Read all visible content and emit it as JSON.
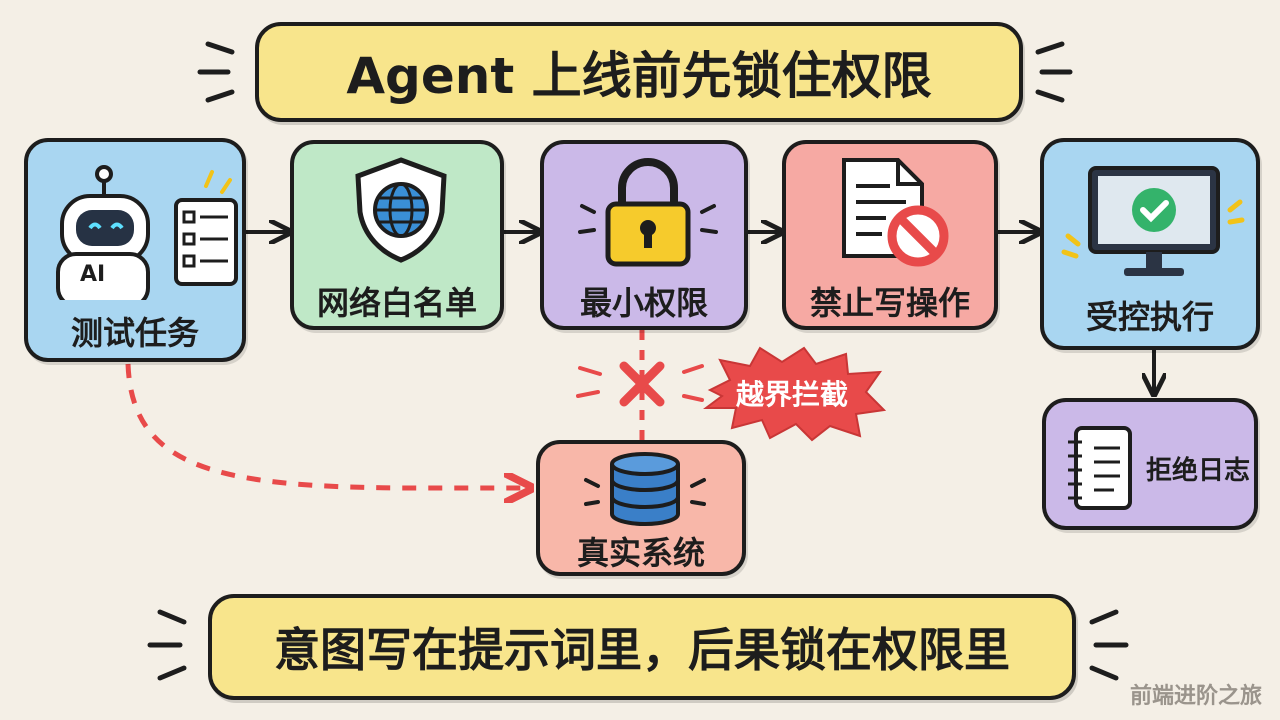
{
  "title": "Agent 上线前先锁住权限",
  "flow": {
    "steps": [
      {
        "id": "test-task",
        "label": "测试任务",
        "icon": "robot-checklist-icon"
      },
      {
        "id": "network-whitelist",
        "label": "网络白名单",
        "icon": "shield-globe-icon"
      },
      {
        "id": "least-privilege",
        "label": "最小权限",
        "icon": "padlock-icon"
      },
      {
        "id": "no-write",
        "label": "禁止写操作",
        "icon": "document-forbidden-icon"
      },
      {
        "id": "controlled-exec",
        "label": "受控执行",
        "icon": "monitor-check-icon"
      }
    ],
    "rejection_log": {
      "label": "拒绝日志",
      "icon": "notebook-icon"
    },
    "real_system": {
      "label": "真实系统",
      "icon": "database-icon"
    },
    "block_badge": {
      "label": "越界拦截",
      "icon": "red-x-icon"
    }
  },
  "bottom_banner": "意图写在提示词里，后果锁在权限里",
  "robot_badge": "AI",
  "watermark": "前端进阶之旅",
  "colors": {
    "banner": "#f8e58c",
    "blue": "#a9d6f1",
    "green": "#bfe8c7",
    "purple": "#cbb9e8",
    "red": "#f6a9a3",
    "alert": "#e84a4a"
  }
}
